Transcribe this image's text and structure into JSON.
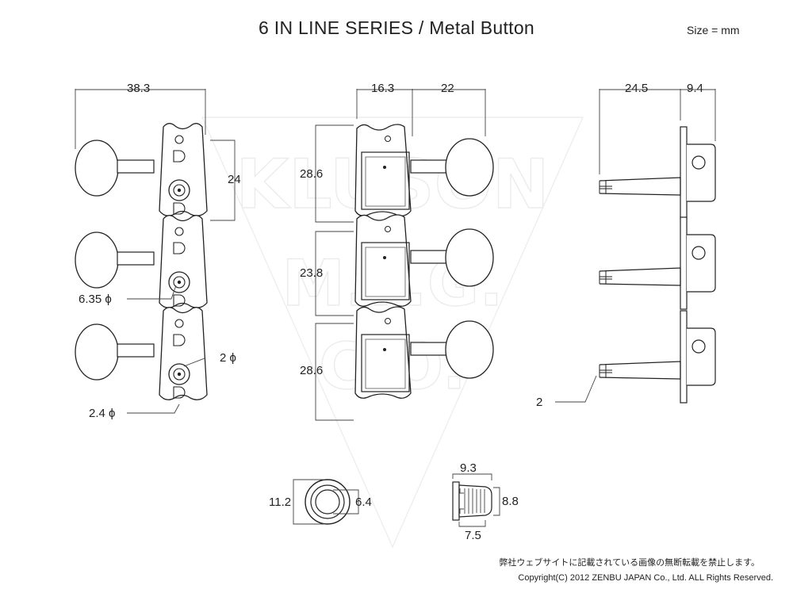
{
  "header": {
    "title": "6 IN LINE SERIES / Metal Button",
    "units": "Size = mm"
  },
  "watermark": {
    "text": "KLUSON MFG. CO."
  },
  "dimensions": {
    "front_width": "38.3",
    "front_plate_height": "24",
    "front_post_hole": "6.35 ϕ",
    "front_string_hole": "2 ϕ",
    "front_screw_hole": "2.4 ϕ",
    "back_plate_width": "16.3",
    "back_button_offset": "22",
    "back_height_top": "28.6",
    "back_height_middle": "23.8",
    "back_height_bottom": "28.6",
    "side_post_length": "24.5",
    "side_housing_depth": "9.4",
    "side_slot": "2",
    "bushing_outer": "11.2",
    "bushing_inner": "6.4",
    "nut_length": "9.3",
    "nut_diameter": "8.8",
    "nut_base": "7.5"
  },
  "footer": {
    "notice_jp": "弊社ウェブサイトに記載されている画像の無断転載を禁止します。",
    "copyright": "Copyright(C) 2012 ZENBU JAPAN Co., Ltd. ALL Rights Reserved."
  }
}
